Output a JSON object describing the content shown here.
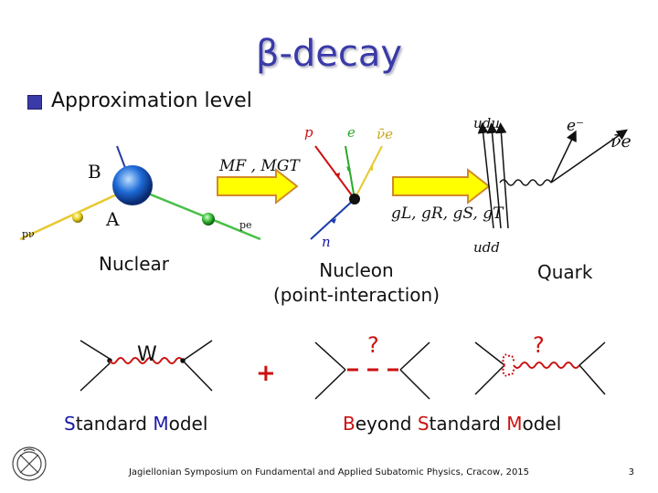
{
  "title": "β-decay",
  "bullet": "Approximation level",
  "nuclear": {
    "label_B": "B",
    "label_A": "A",
    "label_pv": "pν",
    "label_pe": "pe",
    "caption": "Nuclear",
    "matrix": "MF , MGT"
  },
  "nucleon": {
    "label_p": "p",
    "label_e": "e",
    "label_nu": "ν̄e",
    "label_n": "n",
    "couplings": "gL, gR, gS, gT",
    "caption_line1": "Nucleon",
    "caption_line2": "(point-interaction)"
  },
  "quark": {
    "label_udu": "udu",
    "label_udd": "udd",
    "label_e": "e⁻",
    "label_nu": "ν̄e",
    "caption": "Quark"
  },
  "bottom": {
    "W_label": "W",
    "plus": "+",
    "question1": "?",
    "question2": "?",
    "sm": {
      "s": "S",
      "tandard": "tandard ",
      "m": "M",
      "odel": "odel"
    },
    "bsm": {
      "b": "B",
      "eyond": "eyond ",
      "s": "S",
      "tandard": "tandard ",
      "m": "M",
      "odel": "odel"
    }
  },
  "footer": "Jagiellonian Symposium on Fundamental and Applied Subatomic Physics, Cracow, 2015",
  "page_number": "3",
  "colors": {
    "title": "#3a3aa8",
    "arrow_fill": "#ffff00",
    "arrow_stroke": "#d08a2a",
    "red": "#cc1111",
    "blue": "#1a1aa8",
    "green": "#2aa82a"
  }
}
